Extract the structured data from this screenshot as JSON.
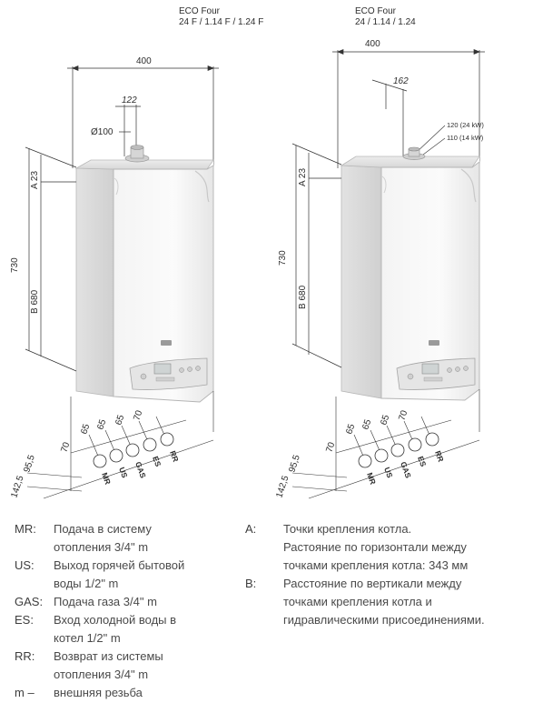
{
  "left": {
    "model": "ECO Four",
    "variants": "24 F / 1.14 F / 1.24 F",
    "width": "400",
    "offset": "122",
    "flue": "Ø100",
    "a_dim": "A 23",
    "height": "730",
    "b_dim": "B 680",
    "spacings": [
      "70",
      "65",
      "65",
      "65",
      "70"
    ],
    "depth1": "95,5",
    "depth2": "142,5",
    "connections": [
      "MR",
      "US",
      "GAS",
      "ES",
      "RR"
    ]
  },
  "right": {
    "model": "ECO Four",
    "variants": "24 / 1.14 / 1.24",
    "width": "400",
    "offset": "162",
    "flue1": "120 (24 kW)",
    "flue2": "110 (14 kW)",
    "a_dim": "A 23",
    "height": "730",
    "b_dim": "B 680",
    "spacings": [
      "70",
      "65",
      "65",
      "65",
      "70"
    ],
    "depth1": "95,5",
    "depth2": "142,5",
    "connections": [
      "MR",
      "US",
      "GAS",
      "ES",
      "RR"
    ]
  },
  "legend_left": [
    {
      "code": "MR:",
      "lines": [
        "Подача в систему",
        "отопления 3/4\" m"
      ]
    },
    {
      "code": "US:",
      "lines": [
        "Выход горячей бытовой",
        "воды 1/2\" m"
      ]
    },
    {
      "code": "GAS:",
      "lines": [
        "Подача газа 3/4\" m"
      ]
    },
    {
      "code": "ES:",
      "lines": [
        "Вход холодной воды в",
        "котел 1/2\" m"
      ]
    },
    {
      "code": "RR:",
      "lines": [
        "Возврат из системы",
        "отопления 3/4\" m"
      ]
    },
    {
      "code": "m –",
      "lines": [
        "внешняя резьба"
      ]
    }
  ],
  "legend_right": [
    {
      "code": "A:",
      "lines": [
        "Точки крепления котла.",
        "Растояние по горизонтали между",
        "точками крепления котла: 343 мм"
      ]
    },
    {
      "code": "B:",
      "lines": [
        "Расстояние по вертикали между",
        "точками крепления котла и",
        "гидравлическими присоединениями."
      ]
    }
  ]
}
